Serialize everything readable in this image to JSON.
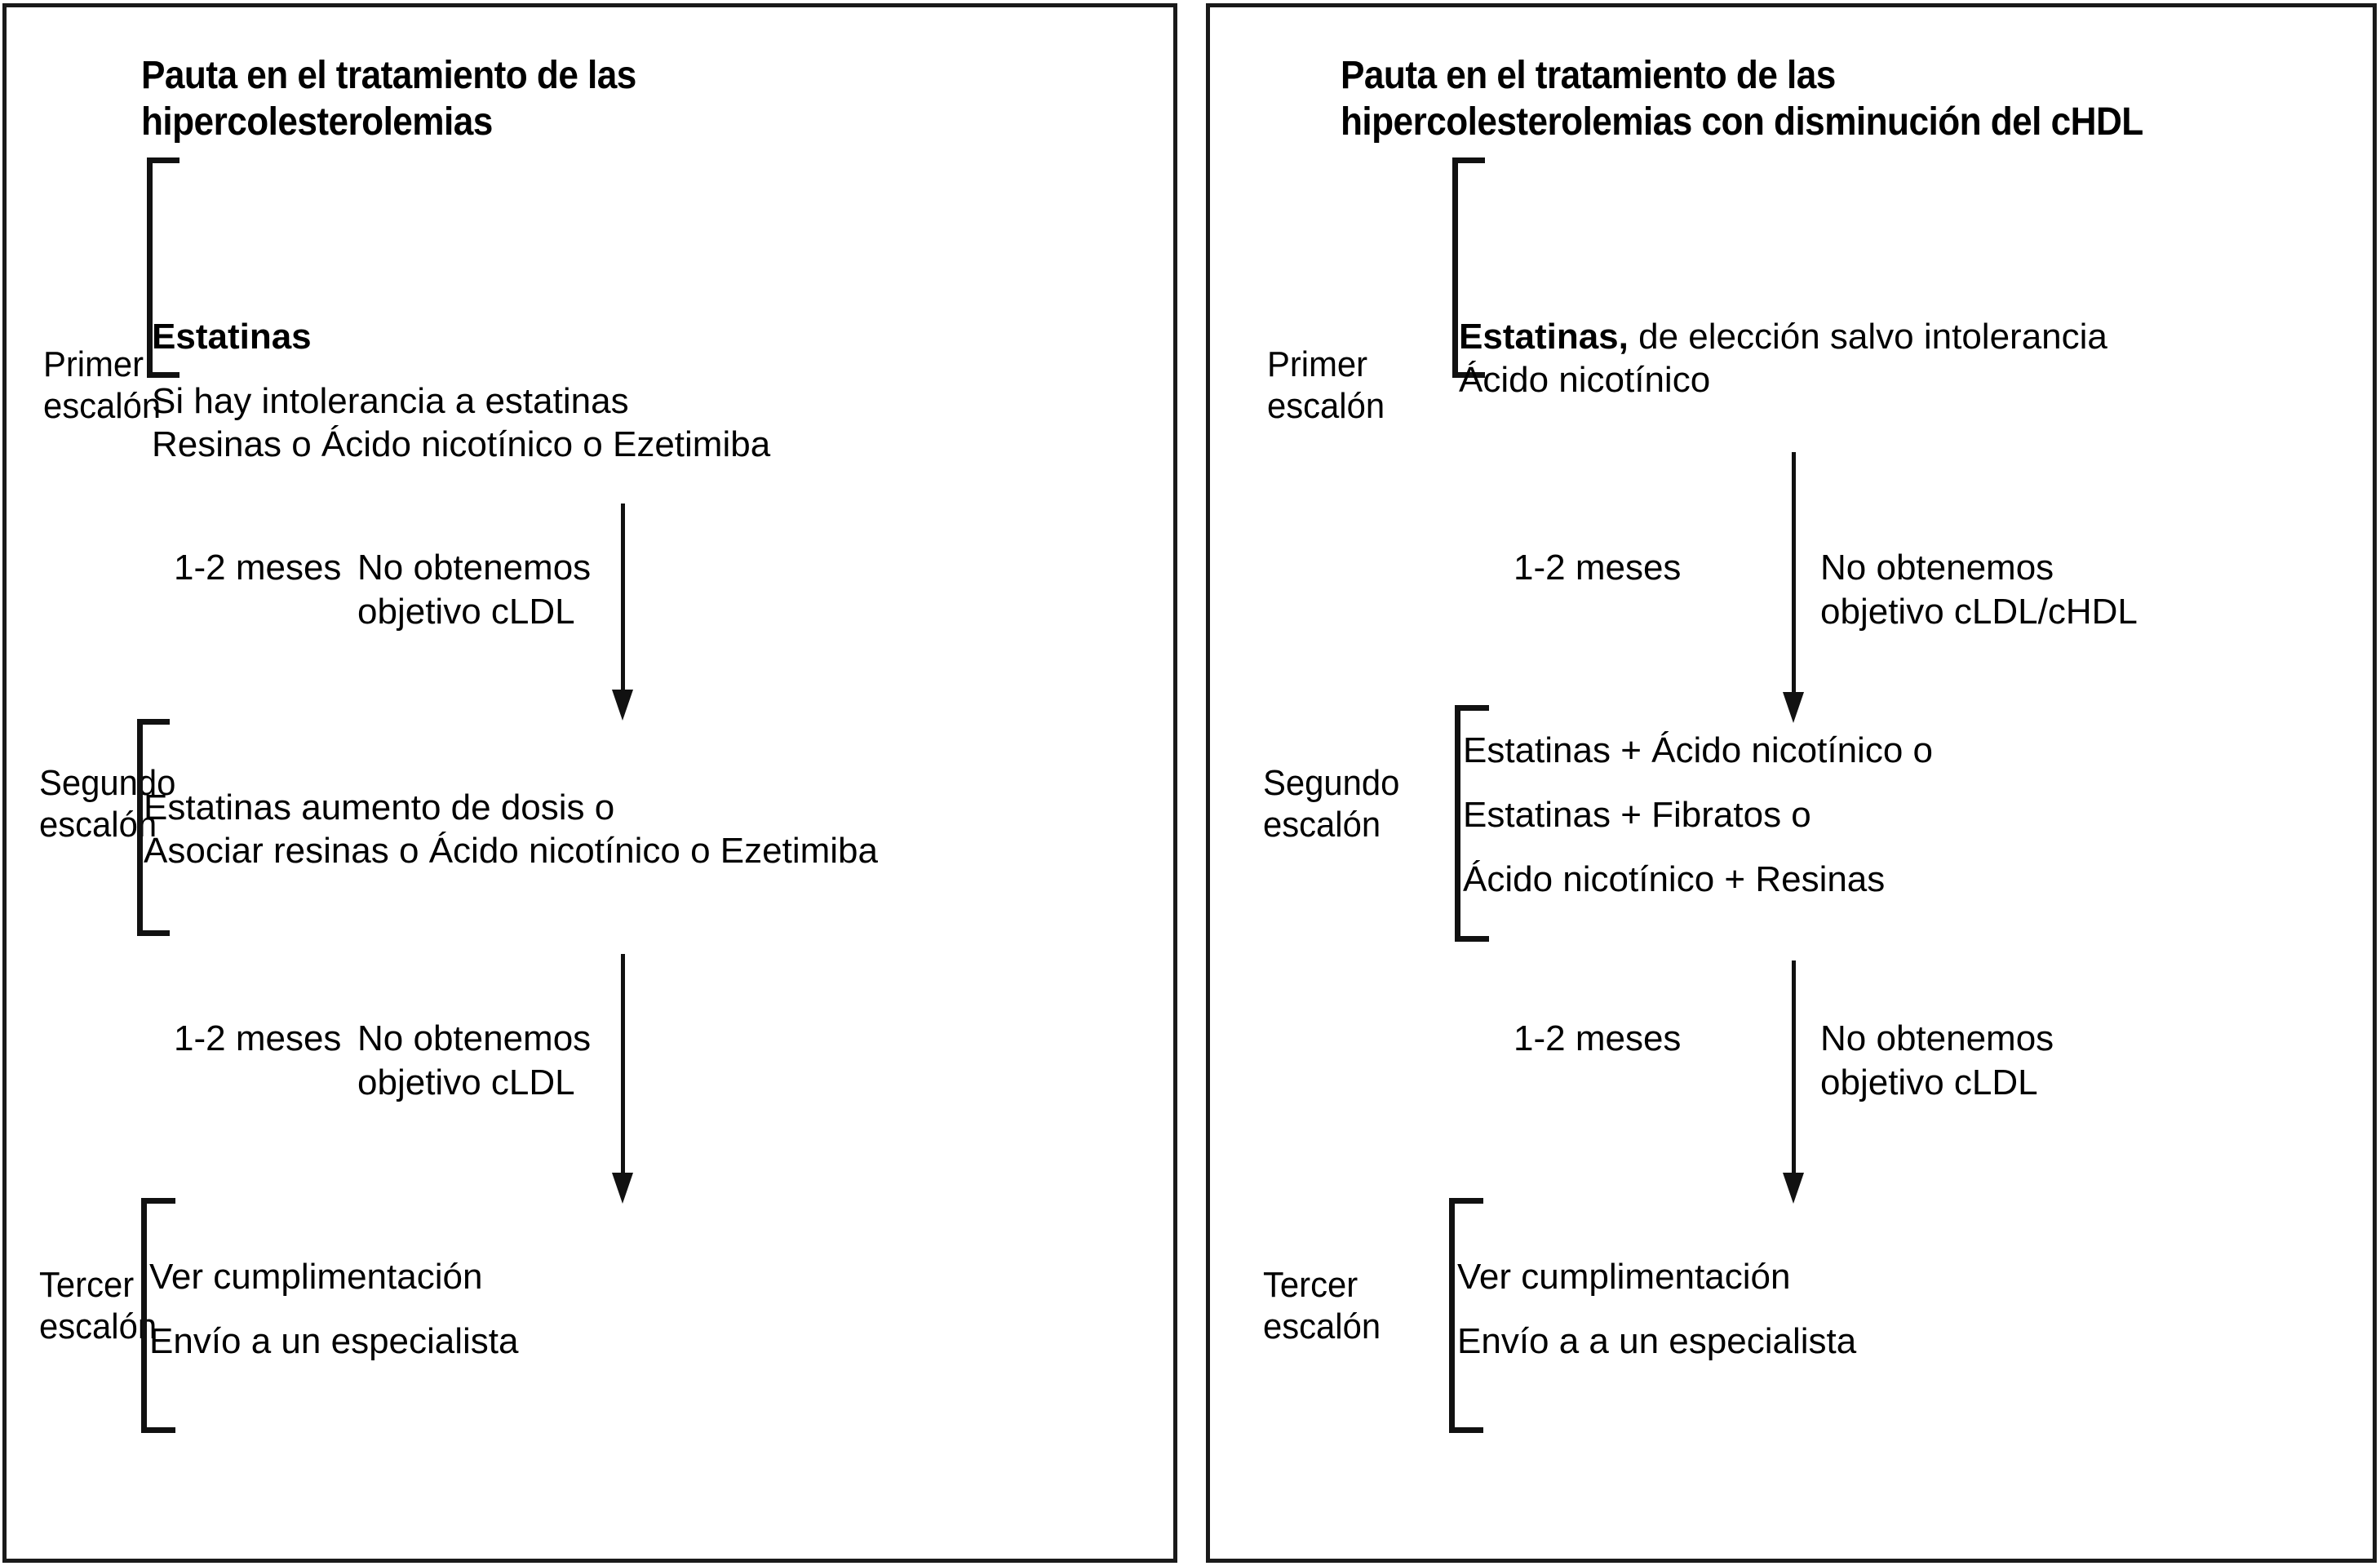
{
  "panels": [
    {
      "id": "hipercolesterolemias",
      "title": "Pauta en el tratamiento de las\nhipercolesterolemias",
      "steps": [
        {
          "label": "Primer\nescalón",
          "lines": [
            {
              "bold_prefix": "Estatinas",
              "rest": "",
              "spaced": true
            },
            {
              "bold_prefix": "",
              "rest": "Si hay intolerancia a estatinas",
              "spaced": false
            },
            {
              "bold_prefix": "",
              "rest": "Resinas o Ácido nicotínico o Ezetimiba",
              "spaced": false
            }
          ]
        },
        {
          "label": "Segundo\nescalón",
          "lines": [
            {
              "bold_prefix": "",
              "rest": "Estatinas aumento de dosis o",
              "spaced": false
            },
            {
              "bold_prefix": "",
              "rest": "Asociar resinas o Ácido nicotínico o Ezetimiba",
              "spaced": false
            }
          ]
        },
        {
          "label": "Tercer\nescalón",
          "lines": [
            {
              "bold_prefix": "",
              "rest": "Ver cumplimentación",
              "spaced": true
            },
            {
              "bold_prefix": "",
              "rest": "Envío a un especialista",
              "spaced": false
            }
          ]
        }
      ],
      "transitions": [
        {
          "duration": "1-2 meses",
          "reason": "No obtenemos\nobjetivo cLDL"
        },
        {
          "duration": "1-2 meses",
          "reason": "No obtenemos\nobjetivo cLDL"
        }
      ]
    },
    {
      "id": "hipercolesterolemias-chdl",
      "title": "Pauta en el tratamiento de las\nhipercolesterolemias con disminución del cHDL",
      "steps": [
        {
          "label": "Primer\nescalón",
          "lines": [
            {
              "bold_prefix": "Estatinas,",
              "rest": " de elección salvo intolerancia",
              "spaced": false
            },
            {
              "bold_prefix": "",
              "rest": "Ácido nicotínico",
              "spaced": false
            }
          ]
        },
        {
          "label": "Segundo\nescalón",
          "lines": [
            {
              "bold_prefix": "",
              "rest": "Estatinas + Ácido nicotínico o",
              "spaced": true
            },
            {
              "bold_prefix": "",
              "rest": "Estatinas + Fibratos o",
              "spaced": true
            },
            {
              "bold_prefix": "",
              "rest": "Ácido nicotínico + Resinas",
              "spaced": false
            }
          ]
        },
        {
          "label": "Tercer\nescalón",
          "lines": [
            {
              "bold_prefix": "",
              "rest": "Ver cumplimentación",
              "spaced": true
            },
            {
              "bold_prefix": "",
              "rest": "Envío a a un especialista",
              "spaced": false
            }
          ]
        }
      ],
      "transitions": [
        {
          "duration": "1-2 meses",
          "reason": "No obtenemos\nobjetivo cLDL/cHDL"
        },
        {
          "duration": "1-2 meses",
          "reason": "No obtenemos\nobjetivo cLDL"
        }
      ]
    }
  ],
  "colors": {
    "ink": "#111111",
    "border": "#1a1a1a",
    "background": "#ffffff"
  }
}
